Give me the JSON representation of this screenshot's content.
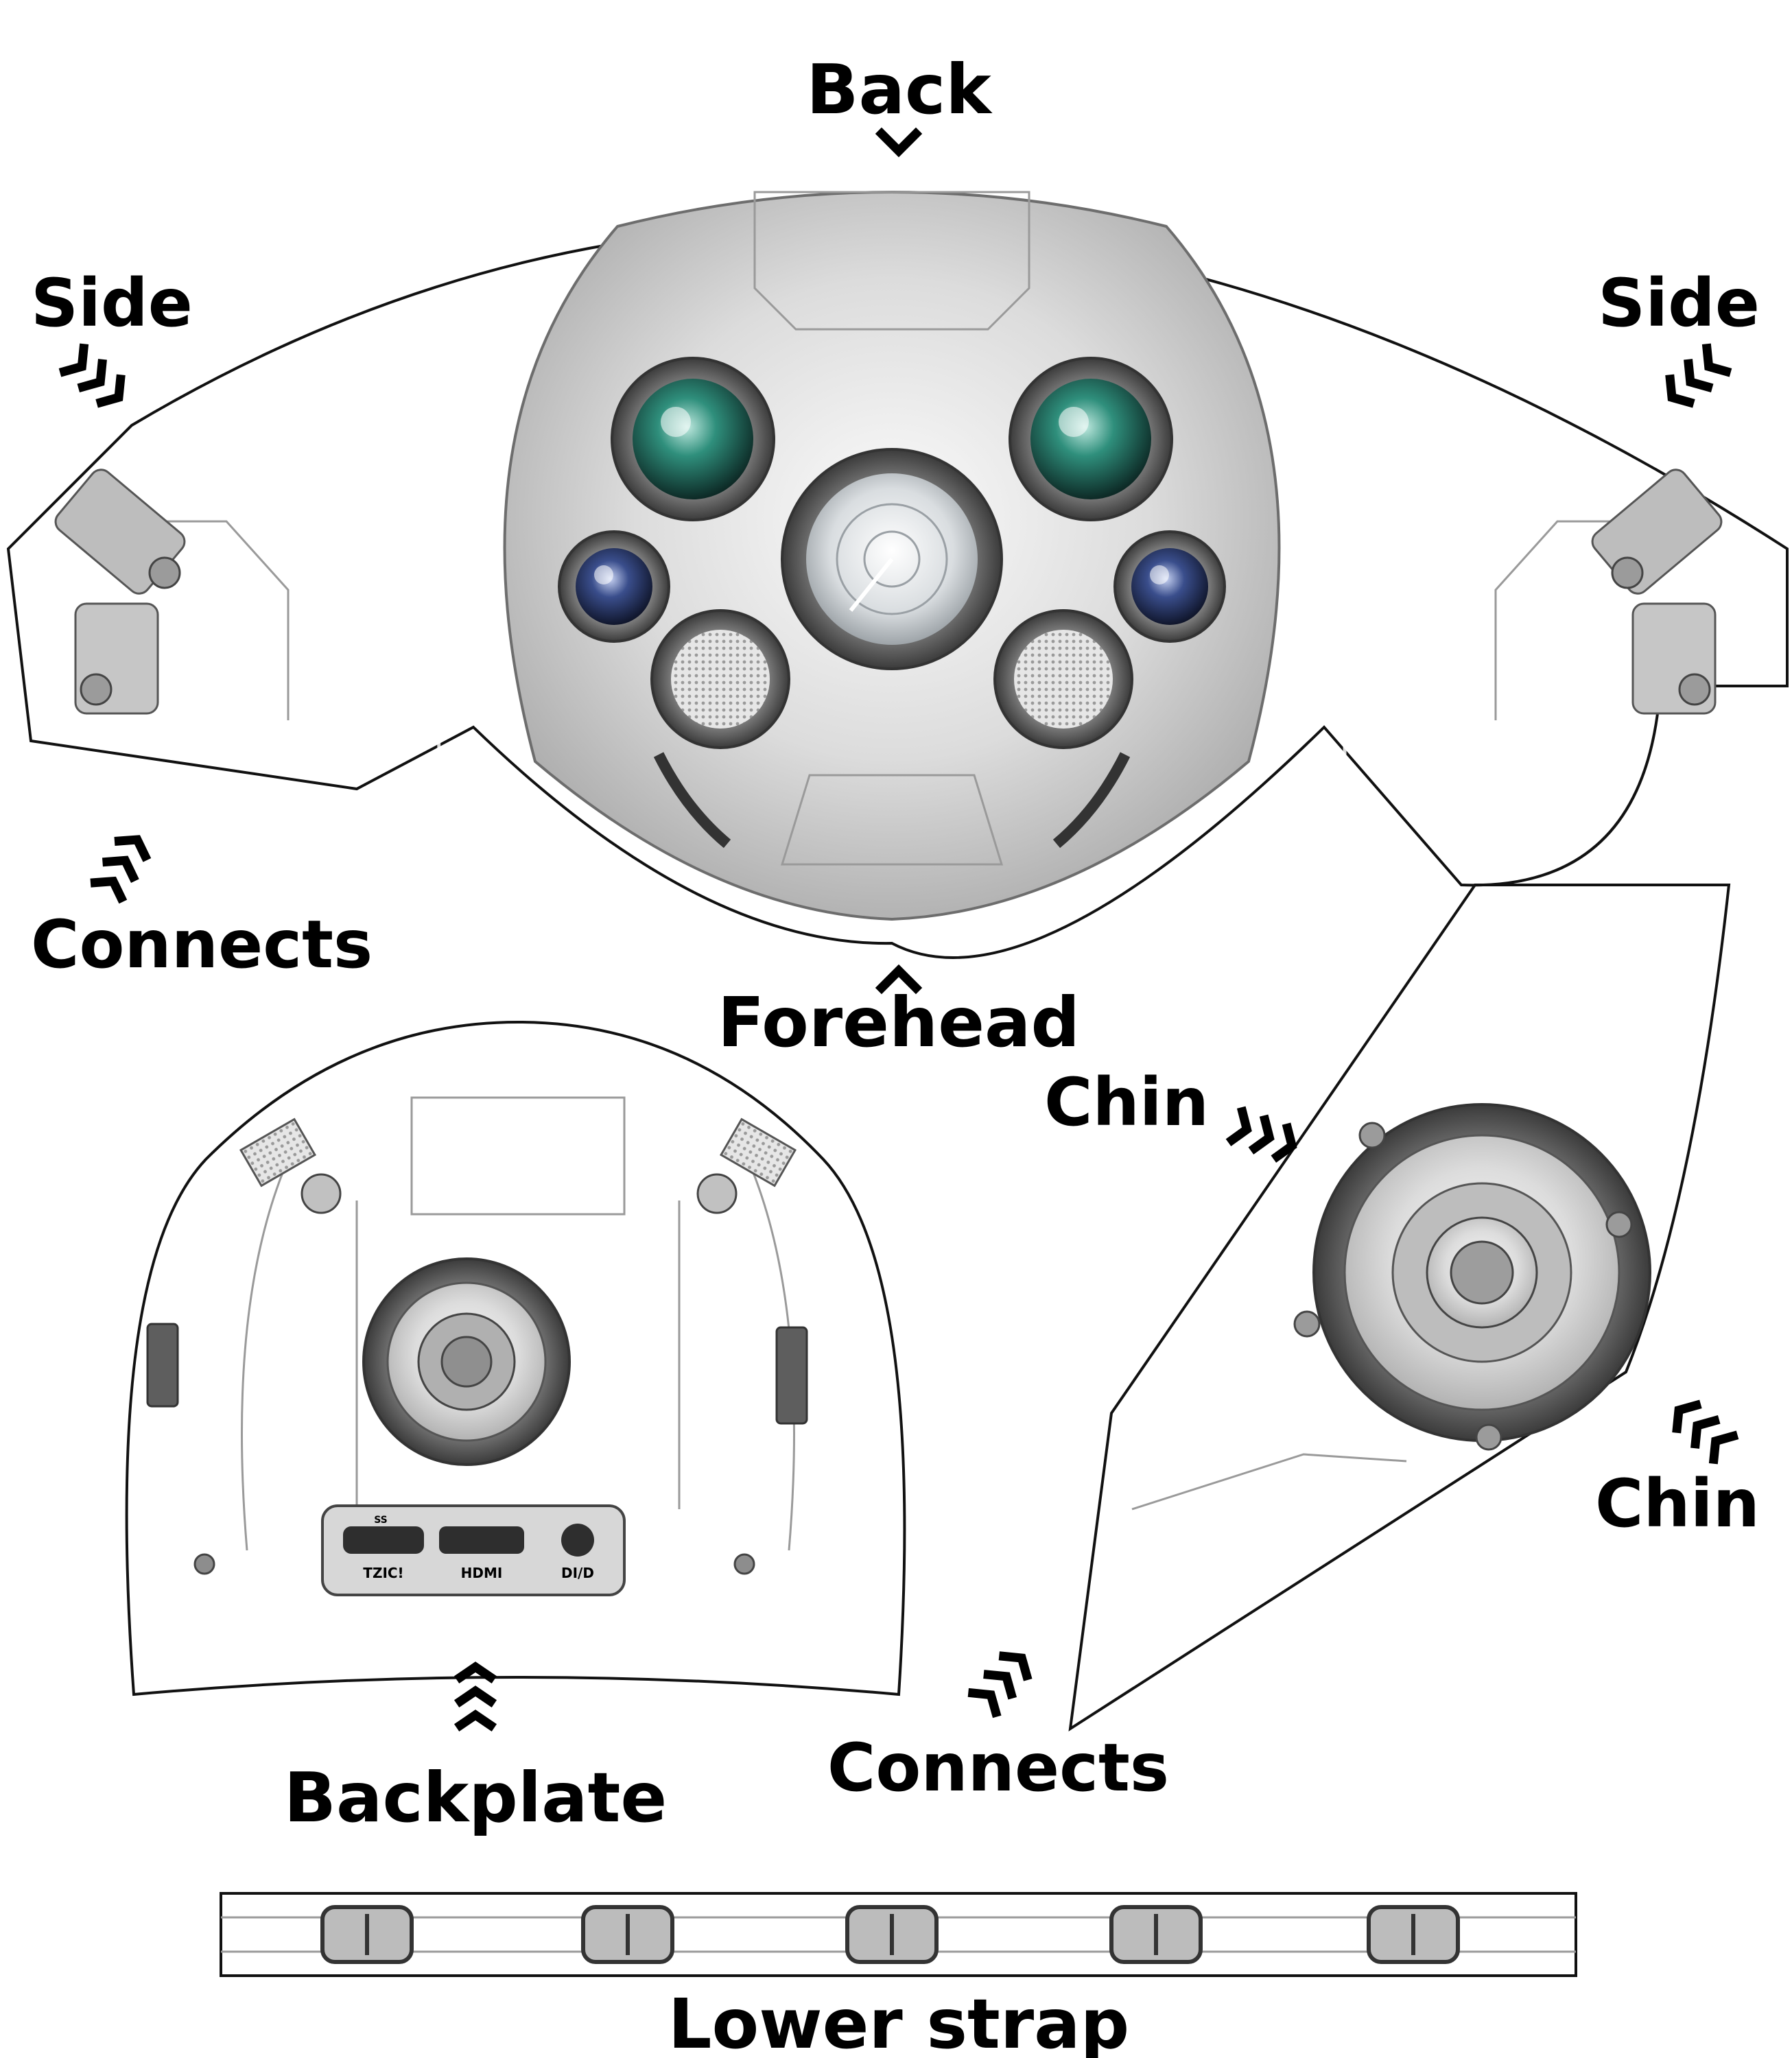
{
  "labels": {
    "back": "Back",
    "side_left": "Side",
    "side_right": "Side",
    "connects_left": "Connects",
    "forehead": "Forehead",
    "chin_upper": "Chin",
    "chin_lower": "Chin",
    "backplate": "Backplate",
    "connects_right": "Connects",
    "lower_strap": "Lower strap"
  },
  "port_labels": {
    "usb": "TZIC!",
    "hdmi": "HDMI",
    "audio": "DI/D",
    "ss": "SS"
  },
  "colors": {
    "metal_light": "#f2f2f2",
    "metal_mid": "#c9c9c9",
    "metal_dark": "#7d7d7d",
    "lens_green": "#2f8f7c",
    "lens_blue": "#3a4e8c",
    "outline": "#111111",
    "label": "#000000"
  },
  "icons": [
    "chevron-arrow-icon",
    "camera-lens-icon",
    "bolt-icon",
    "port-icon",
    "strap-link-icon"
  ]
}
